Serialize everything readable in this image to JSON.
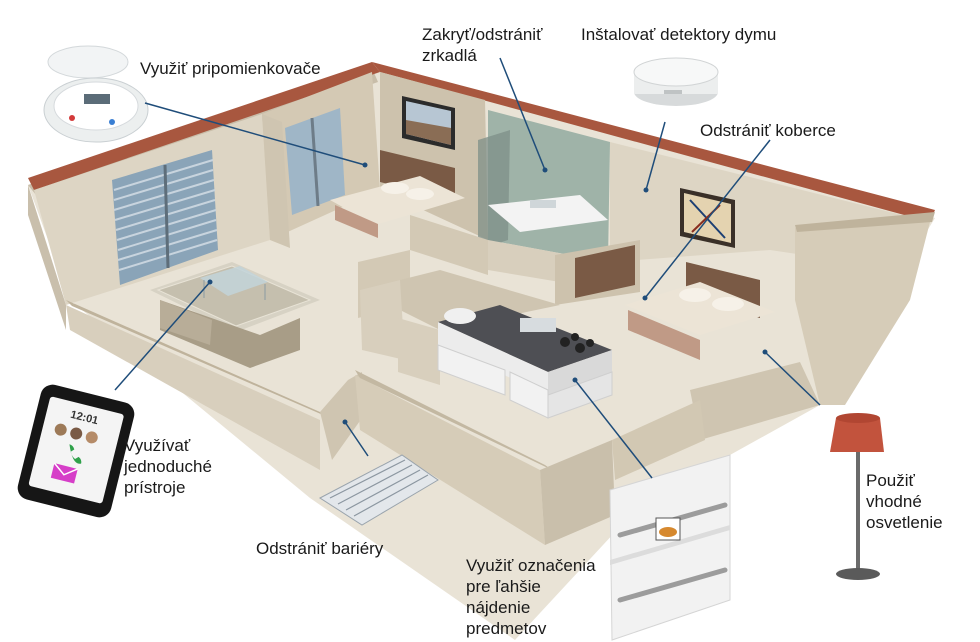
{
  "labels": {
    "reminders": "Využiť pripomienkovače",
    "mirrors": "Zakryť/odstrániť\nzrkadlá",
    "smoke": "Inštalovať detektory dymu",
    "carpets": "Odstrániť koberce",
    "devices": "Využívať\njednoduché\nprístroje",
    "barriers": "Odstrániť bariéry",
    "marking": "Využiť označenia\npre ľahšie\nnájdenie\npredmetov",
    "lighting": "Použiť\nvhodné\nosvetlenie"
  },
  "phone": {
    "time": "12:01"
  },
  "colors": {
    "wall": "#ddd5c4",
    "wall_shade": "#c9bfac",
    "wall_top": "#a8573f",
    "floor": "#e9e3d6",
    "leader": "#1f4d7a",
    "tile": "#9fb3a8"
  }
}
